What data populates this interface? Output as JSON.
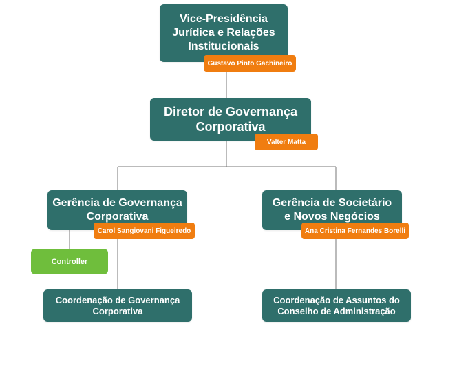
{
  "colors": {
    "node": "#2f6f6b",
    "tag": "#f07d10",
    "controller": "#6fbe3c",
    "line": "#777777"
  },
  "org": {
    "vice_presidencia": {
      "title": "Vice-Presidência\nJurídica e Relações\nInstitucionais",
      "person": "Gustavo Pinto Gachineiro"
    },
    "diretor": {
      "title": "Diretor de Governança\nCorporativa",
      "person": "Valter Matta"
    },
    "gerencia_governanca": {
      "title": "Gerência de Governança\nCorporativa",
      "person": "Carol Sangiovani Figueiredo"
    },
    "gerencia_societario": {
      "title": "Gerência de Societário\ne Novos Negócios",
      "person": "Ana Cristina Fernandes Borelli"
    },
    "controller": {
      "title": "Controller"
    },
    "coordenacao_governanca": {
      "title": "Coordenação de Governança\nCorporativa"
    },
    "coordenacao_conselho": {
      "title": "Coordenação de Assuntos do\nConselho de Administração"
    }
  }
}
